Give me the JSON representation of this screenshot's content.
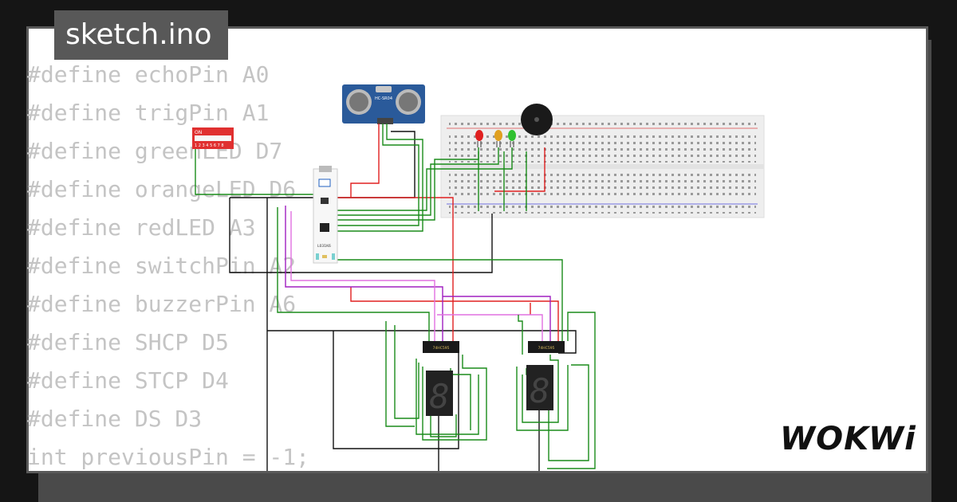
{
  "title": "sketch.ino",
  "code_lines": [
    "#define echoPin A0",
    "#define trigPin A1",
    "#define greenLED D7",
    "#define orangeLED D6",
    "#define redLED A3",
    "#define switchPin A2",
    "#define buzzerPin A6",
    "#define SHCP D5",
    "#define STCP D4",
    "#define DS D3",
    "int previousPin = -1;"
  ],
  "components": {
    "ultrasonic_label": "HC-SR04",
    "board_label": "L031K6",
    "dip_label": "ON",
    "dip_numbers": "1 2 3 4 5 6 7 8",
    "shift_register_label": "74HC595",
    "seven_seg_digit": "8"
  },
  "logo": "WOKWi",
  "colors": {
    "background": "#151515",
    "card": "#ffffff",
    "title_tab": "#585858",
    "code_text": "#c4c4c4",
    "wire_green": "#1a8c1a",
    "wire_red": "#e02020",
    "wire_black": "#111111",
    "wire_purple": "#a020c0",
    "wire_pink": "#e070e0"
  }
}
